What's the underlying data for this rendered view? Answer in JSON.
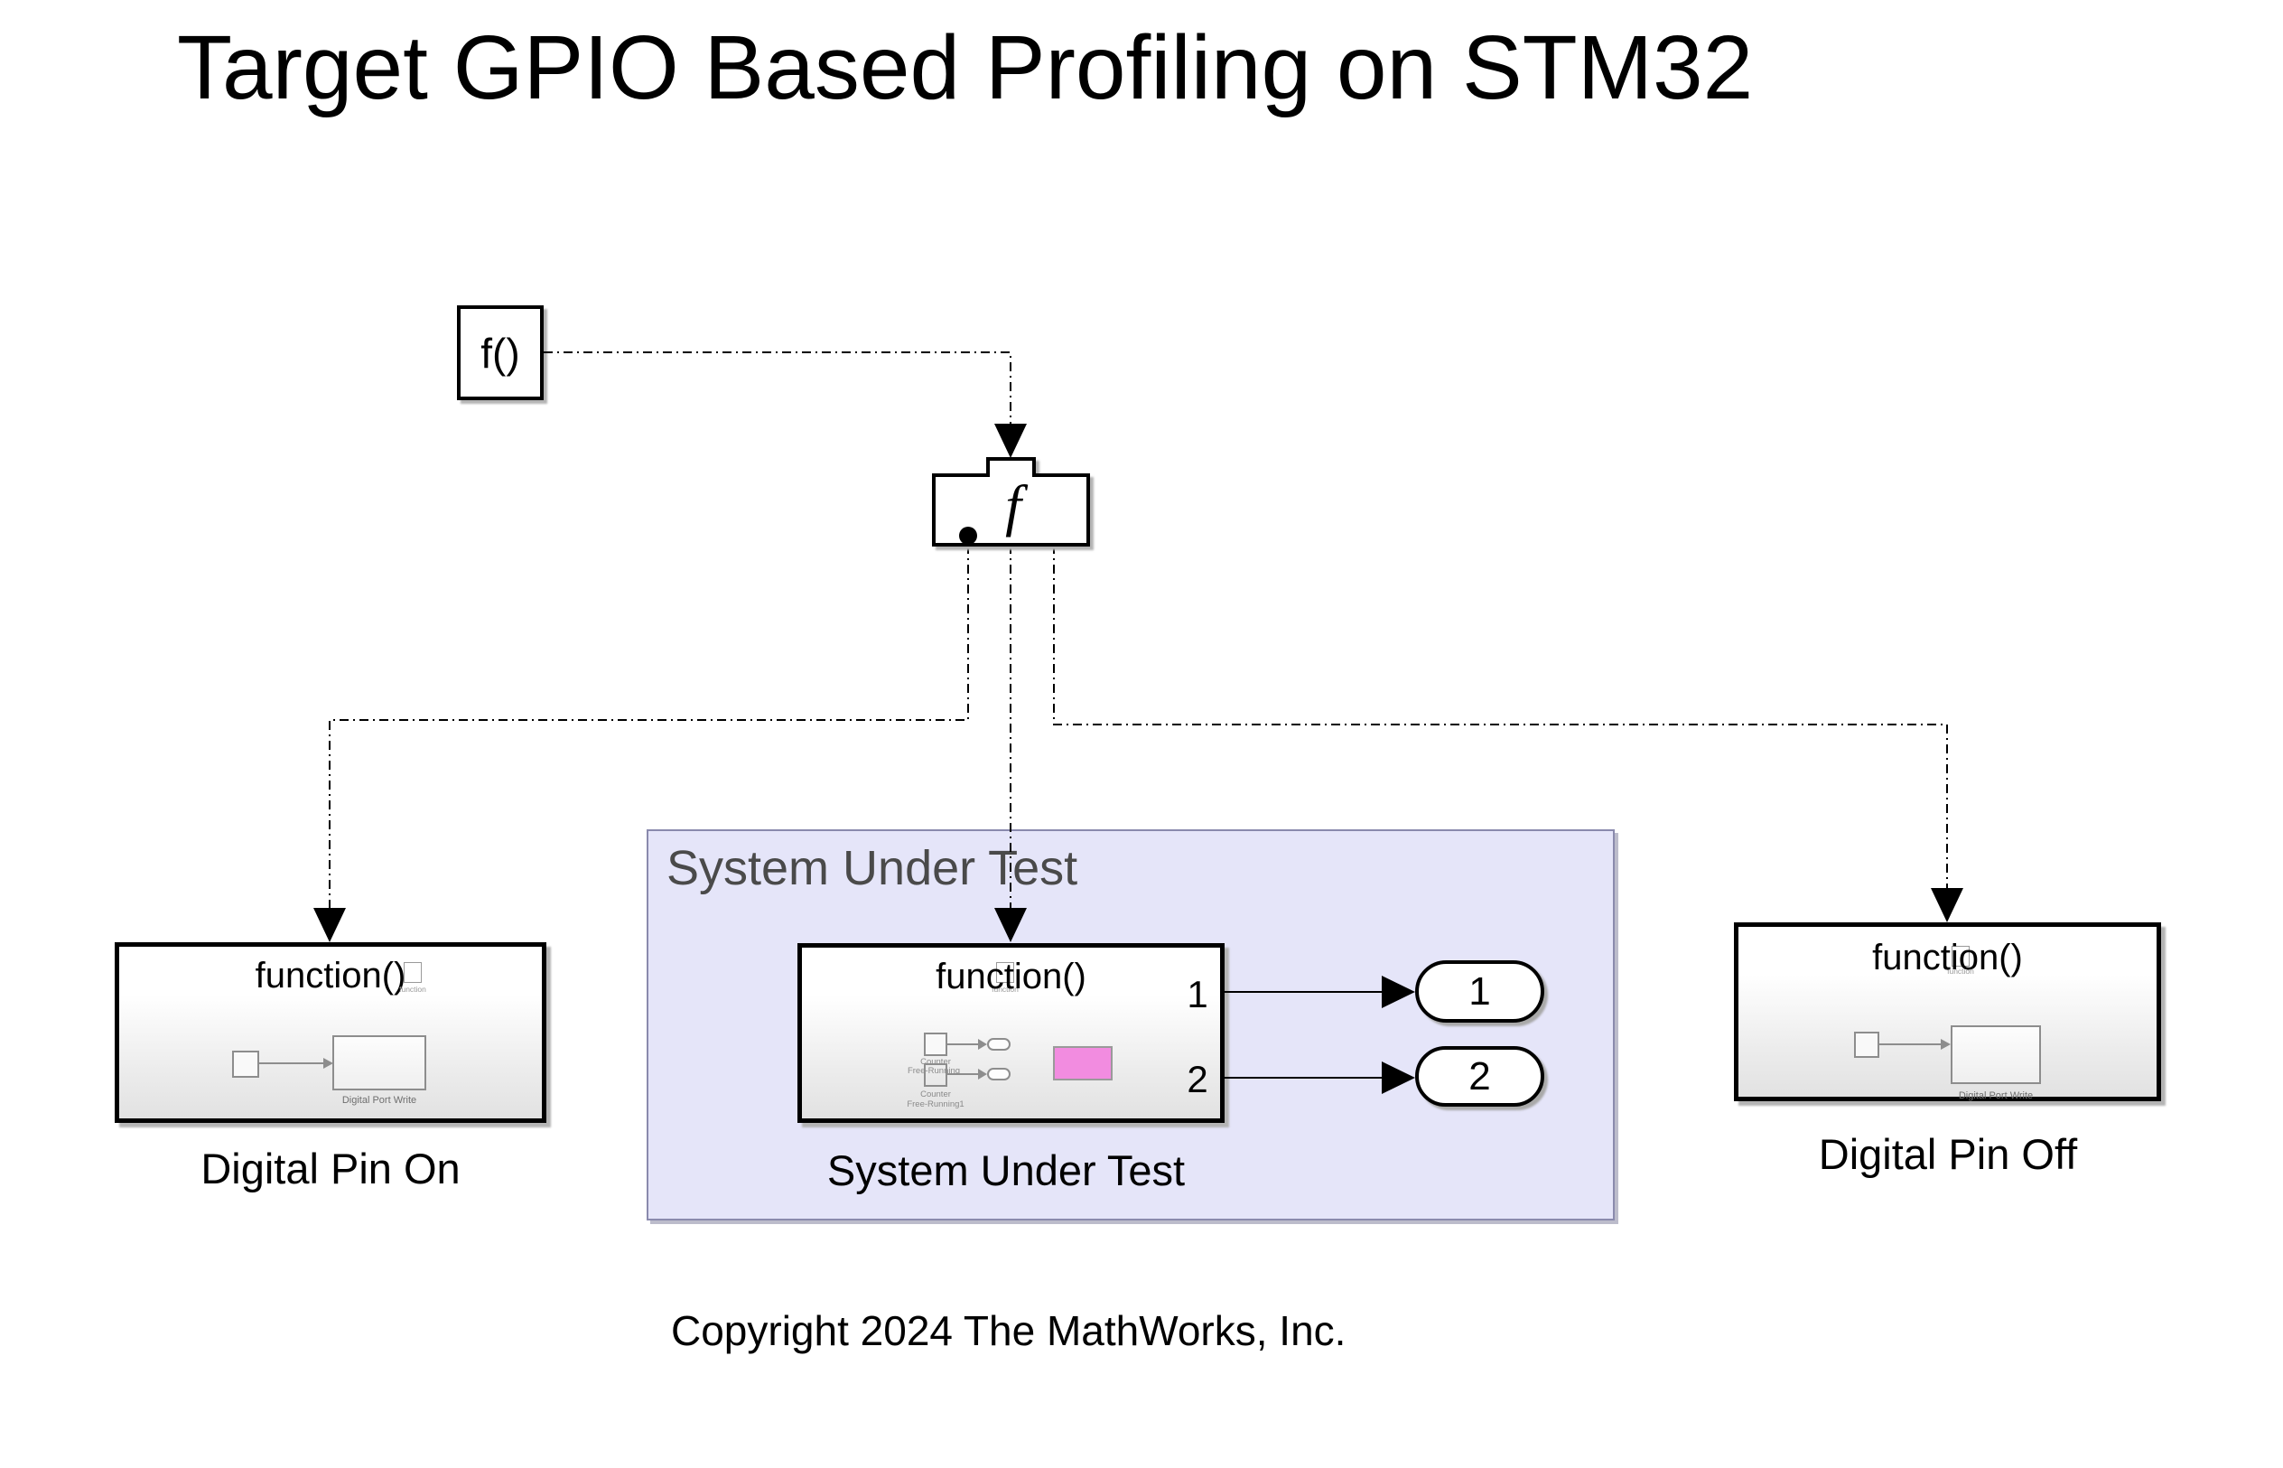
{
  "title": "Target GPIO Based Profiling on STM32",
  "copyright": "Copyright 2024 The MathWorks, Inc.",
  "colors": {
    "sut_area_fill": "#E5E5F9",
    "sut_area_border": "#8A8AAD",
    "sut_area_label": "#4A4A4A",
    "display_pink": "#F28CE0",
    "wire": "#000000"
  },
  "fcall_generator": {
    "label": "f()"
  },
  "fcall_split": {
    "label": "f"
  },
  "pin_on": {
    "header": "function()",
    "badge": "function",
    "thumb_label": "Digital Port Write",
    "caption": "Digital Pin On"
  },
  "sut": {
    "area_label": "System Under Test",
    "header": "function()",
    "badge": "function",
    "counter1_name": "Counter",
    "counter1_sub": "Free-Running",
    "counter2_name": "Counter",
    "counter2_sub": "Free-Running1",
    "port1": "1",
    "port2": "2",
    "caption": "System Under Test"
  },
  "outports": {
    "p1": "1",
    "p2": "2"
  },
  "pin_off": {
    "header": "function()",
    "badge": "function",
    "thumb_label": "Digital Port Write",
    "caption": "Digital Pin Off"
  }
}
